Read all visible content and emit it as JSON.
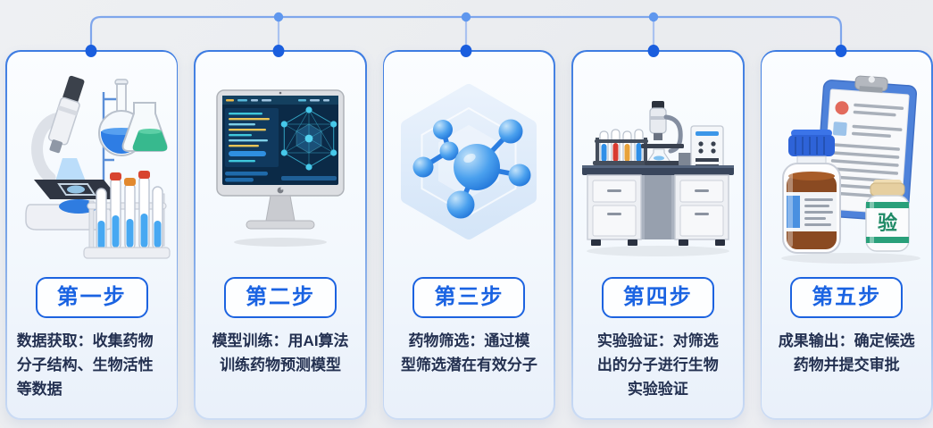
{
  "diagram_type": "five-step-process-flow",
  "steps": [
    {
      "step_number": 1,
      "badge_label": "第一步",
      "description": "数据获取：收集药物分子结构、生物活性等数据",
      "desc_lines": [
        "数据获取：收集药物",
        "分子结构、生物活性",
        "等数据"
      ],
      "illustration": "microscope-flasks-test-tubes"
    },
    {
      "step_number": 2,
      "badge_label": "第二步",
      "description": "模型训练：用AI算法训练药物预测模型",
      "desc_lines": [
        "模型训练：用AI算法",
        "训练药物预测模型"
      ],
      "illustration": "imac-ai-dashboard"
    },
    {
      "step_number": 3,
      "badge_label": "第三步",
      "description": "药物筛选：通过模型筛选潜在有效分子",
      "desc_lines": [
        "药物筛选：通过模",
        "型筛选潜在有效分子"
      ],
      "illustration": "hexagon-molecule"
    },
    {
      "step_number": 4,
      "badge_label": "第四步",
      "description": "实验验证：对筛选出的分子进行生物实验验证",
      "desc_lines": [
        "实验验证：对筛选",
        "出的分子进行生物",
        "实验验证"
      ],
      "illustration": "lab-bench-equipment"
    },
    {
      "step_number": 5,
      "badge_label": "第五步",
      "description": "成果输出：确定候选药物并提交审批",
      "desc_lines": [
        "成果输出：确定候选",
        "药物并提交审批"
      ],
      "illustration": "medicine-bottles-clipboard",
      "pill_bottle_label": "验"
    }
  ],
  "colors": {
    "page_background": "#ecedf0",
    "card_background_top": "#fbfdff",
    "card_background_bottom": "#e9f0fa",
    "card_border_top": "#3d7ce2",
    "card_border_bottom": "#ccdcf4",
    "badge_blue": "#1b64e0",
    "description_text": "#233050",
    "connector_line": "#7fa6ec",
    "connector_branch": "#aac2f0",
    "connector_node_light": "#5f97ee",
    "connector_node_dark": "#1a5ede"
  }
}
